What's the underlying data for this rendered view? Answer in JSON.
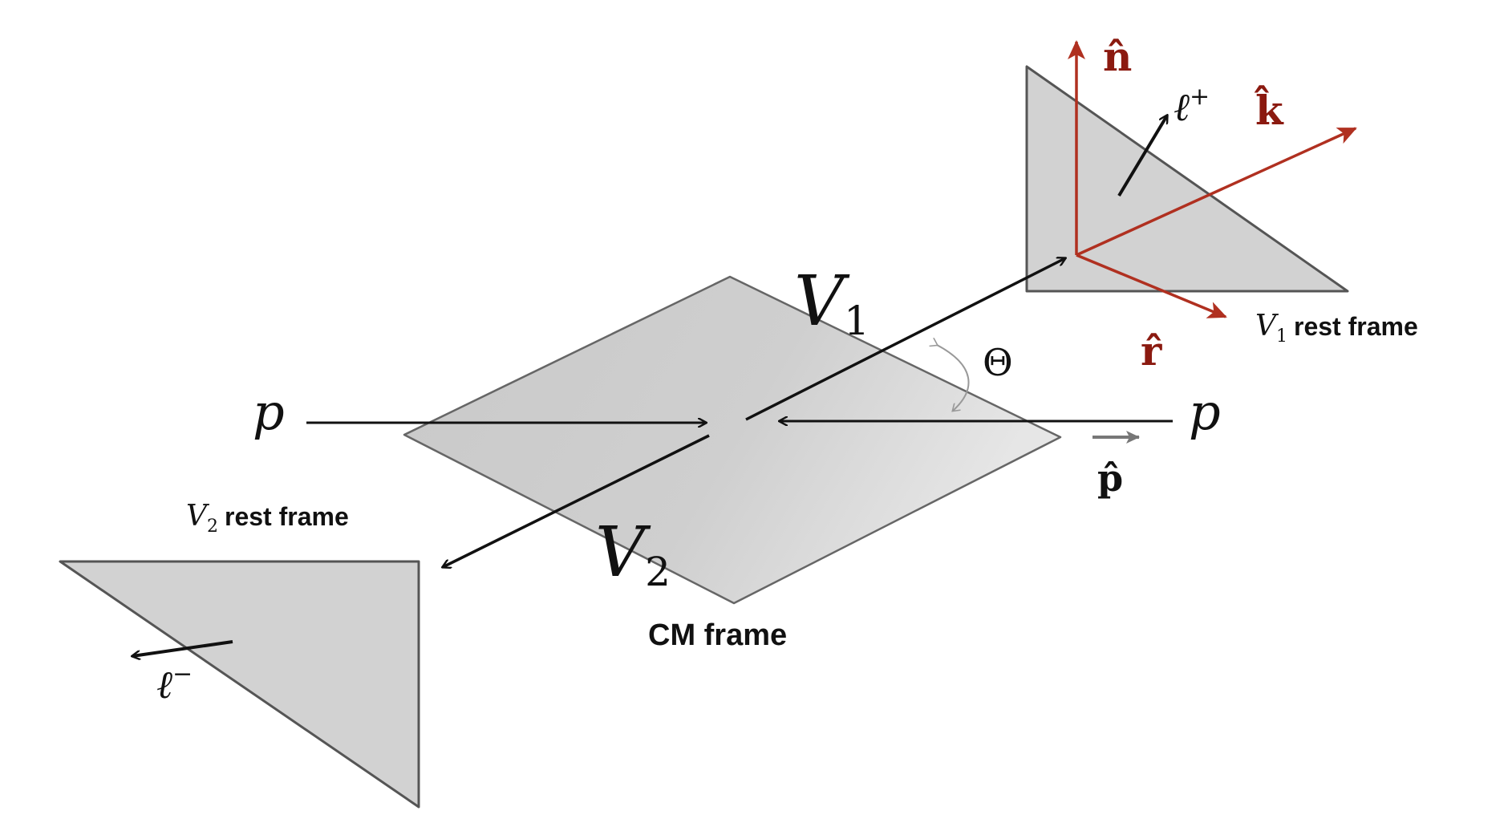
{
  "colors": {
    "plane_fill": "#d2d2d2",
    "plane_edge": "#555555",
    "arrow": "#111111",
    "axis": "#b03020",
    "axis_label": "#8b1a10",
    "theta_arrow": "#999999",
    "p_hat_arrow": "#777777"
  },
  "labels": {
    "V1": "V",
    "V1_sub": "1",
    "V2": "V",
    "V2_sub": "2",
    "p_left": "p",
    "p_right": "p",
    "theta": "Θ",
    "p_hat": "p̂",
    "n_hat": "n̂",
    "k_hat": "k̂",
    "r_hat": "r̂",
    "l_plus": "ℓ",
    "l_plus_sup": "+",
    "l_minus": "ℓ",
    "l_minus_sup": "−",
    "cm_frame": "CM frame",
    "v1_rest_V": "V",
    "v1_rest_sub": "1",
    "v1_rest_text": "rest frame",
    "v2_rest_V": "V",
    "v2_rest_sub": "2",
    "v2_rest_text": "rest frame"
  }
}
